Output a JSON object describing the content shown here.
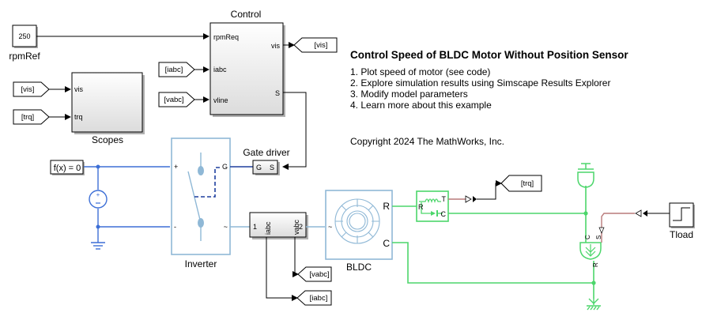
{
  "annotation": {
    "title": "Control Speed of BLDC Motor Without Position Sensor",
    "items": [
      "1. Plot speed of motor (see code)",
      "2. Explore simulation results using Simscape Results Explorer",
      "3. Modify model parameters",
      "4. Learn more about this example"
    ],
    "copyright": "Copyright 2024 The MathWorks, Inc."
  },
  "blocks": {
    "rpmRef": {
      "value": "250",
      "name": "rpmRef"
    },
    "control": {
      "name": "Control",
      "inports": [
        "rpmReq",
        "iabc",
        "vline"
      ],
      "outports": [
        "vis",
        "S"
      ]
    },
    "scopes": {
      "name": "Scopes",
      "inports": [
        "vis",
        "trq"
      ]
    },
    "gate_driver": {
      "name": "Gate driver",
      "ports": [
        "G",
        "S"
      ]
    },
    "inverter": {
      "name": "Inverter",
      "ports": [
        "+",
        "-",
        "G",
        "~"
      ]
    },
    "solver": {
      "label": "f(x) = 0"
    },
    "sensor": {
      "ports": [
        "1",
        "iabc",
        "vabc",
        "2"
      ]
    },
    "bldc": {
      "name": "BLDC",
      "ports": [
        "~",
        "R",
        "C"
      ]
    },
    "torque_sensor": {
      "ports": [
        "R",
        "T",
        "C"
      ]
    },
    "torque_source": {
      "ports": [
        "C",
        "S",
        "R"
      ]
    },
    "tload": {
      "name": "Tload"
    }
  },
  "goto_from_tags": {
    "from_vis": "[vis]",
    "from_trq": "[trq]",
    "from_iabc_ctrl": "[iabc]",
    "from_vabc_ctrl": "[vabc]",
    "goto_vis": "[vis]",
    "goto_trq": "[trq]",
    "goto_vabc": "[vabc]",
    "goto_iabc": "[iabc]"
  },
  "colors": {
    "electrical": "#3d6fd6",
    "power_systems": "#8fb8d6",
    "mechanical": "#4cd66b",
    "physical_signal": "#b97a7a",
    "signal": "#000000"
  }
}
